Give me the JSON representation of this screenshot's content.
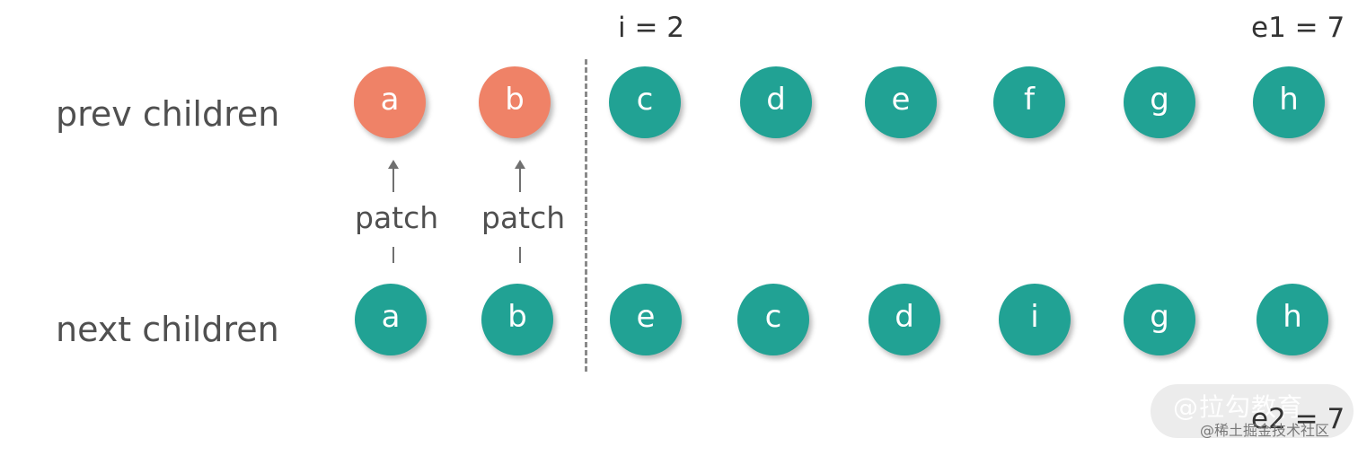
{
  "rows": {
    "prev_label": "prev children",
    "next_label": "next children"
  },
  "prev_nodes": [
    "a",
    "b",
    "c",
    "d",
    "e",
    "f",
    "g",
    "h"
  ],
  "next_nodes": [
    "a",
    "b",
    "e",
    "c",
    "d",
    "i",
    "g",
    "h"
  ],
  "patch": {
    "label_1": "patch",
    "label_2": "patch"
  },
  "indices": {
    "i": "i = 2",
    "e1": "e1 = 7",
    "e2": "e2 = 7"
  },
  "colors": {
    "patched": "#ef8267",
    "normal": "#21a294",
    "text": "#505050"
  },
  "watermark": {
    "logo": "@拉勾教育",
    "sub": "@稀土掘金技术社区"
  }
}
